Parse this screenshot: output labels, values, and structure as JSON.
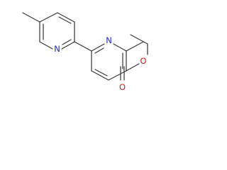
{
  "molecule": {
    "atoms": {
      "n1": "N",
      "n2": "N",
      "o1": "O",
      "o2": "O"
    },
    "colors": {
      "bond": "#3a3a3a",
      "nitrogen": "#2424c8",
      "oxygen": "#d02020",
      "background": "#ffffff"
    }
  }
}
